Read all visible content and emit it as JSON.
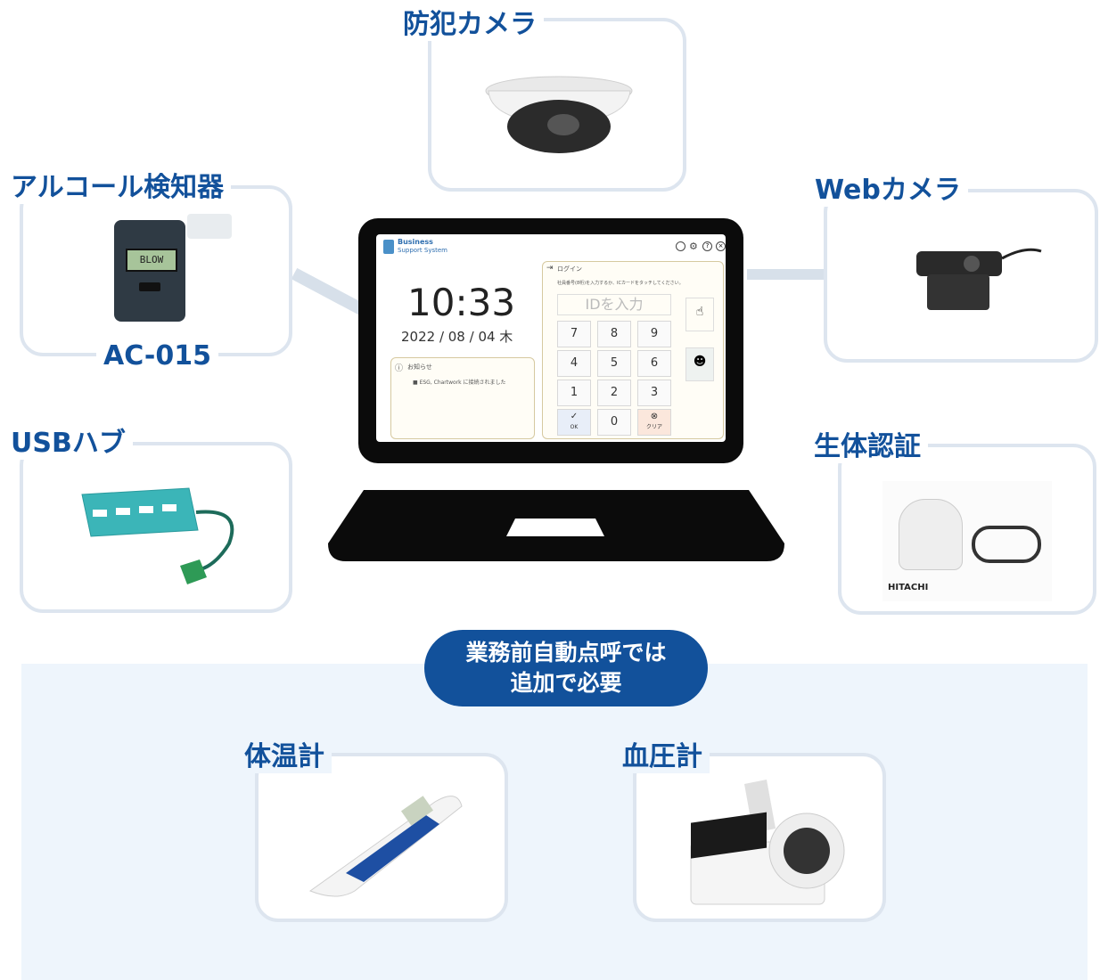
{
  "devices": {
    "security_camera": "防犯カメラ",
    "web_camera": "Webカメラ",
    "alcohol_checker": "アルコール検知器",
    "alcohol_model": "AC-015",
    "usb_hub": "USBハブ",
    "biometric": "生体認証",
    "thermometer": "体温計",
    "blood_pressure": "血圧計"
  },
  "extra_notice": {
    "line1": "業務前自動点呼では",
    "line2": "追加で必要"
  },
  "screen": {
    "app_name": "Business",
    "app_sub": "Support System",
    "time": "10:33",
    "date": "2022 / 08 / 04  木",
    "login_label": "ログイン",
    "login_desc": "社員番号(8桁)を入力するか、ICカードをタッチしてください。",
    "id_placeholder": "IDを入力",
    "notice_title": "お知らせ",
    "notice_item": "■ ESG, Chartwork に接続されました",
    "keys": [
      "7",
      "8",
      "9",
      "4",
      "5",
      "6",
      "1",
      "2",
      "3"
    ],
    "key_zero": "0",
    "ok_label": "OK",
    "clear_label": "クリア"
  },
  "alcohol_display": "BLOW",
  "biometric_brand": "HITACHI",
  "colors": {
    "brand_blue": "#12519b",
    "card_border": "#dde5ef",
    "panel_bg": "#eef5fc"
  }
}
